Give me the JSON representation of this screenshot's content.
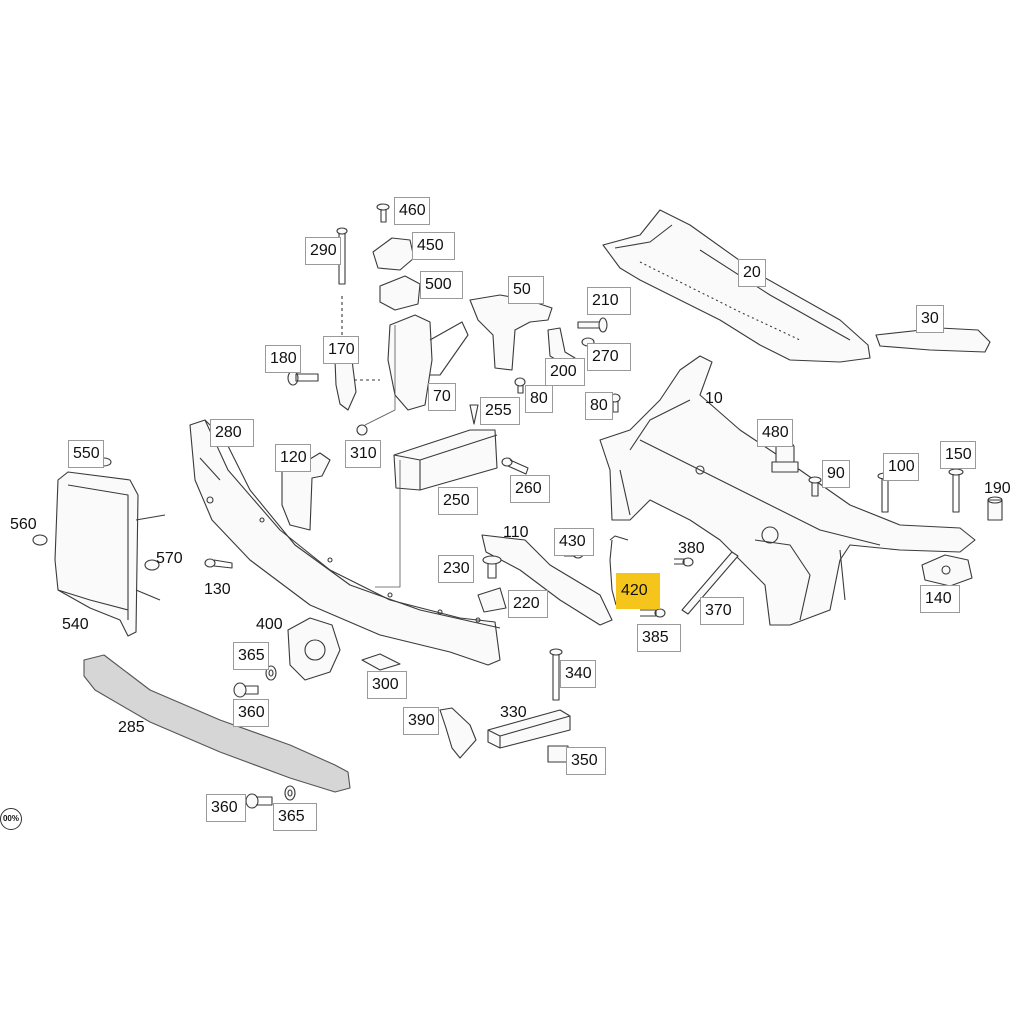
{
  "diagram": {
    "highlight_color": "#f6c51b",
    "zoom_badge": "00%",
    "labels": {
      "l10": "10",
      "l20": "20",
      "l30": "30",
      "l50": "50",
      "l70": "70",
      "l80a": "80",
      "l80b": "80",
      "l90": "90",
      "l100": "100",
      "l110": "110",
      "l120": "120",
      "l130": "130",
      "l140": "140",
      "l150": "150",
      "l170": "170",
      "l180": "180",
      "l190": "190",
      "l200": "200",
      "l210": "210",
      "l220": "220",
      "l230": "230",
      "l250": "250",
      "l255": "255",
      "l260": "260",
      "l270": "270",
      "l280": "280",
      "l285": "285",
      "l290": "290",
      "l300": "300",
      "l310": "310",
      "l330": "330",
      "l340": "340",
      "l350": "350",
      "l360a": "360",
      "l360b": "360",
      "l365a": "365",
      "l365b": "365",
      "l370": "370",
      "l380": "380",
      "l385": "385",
      "l390": "390",
      "l400": "400",
      "l420": "420",
      "l430": "430",
      "l450": "450",
      "l460": "460",
      "l480": "480",
      "l500": "500",
      "l540": "540",
      "l550": "550",
      "l560": "560",
      "l570": "570"
    }
  }
}
